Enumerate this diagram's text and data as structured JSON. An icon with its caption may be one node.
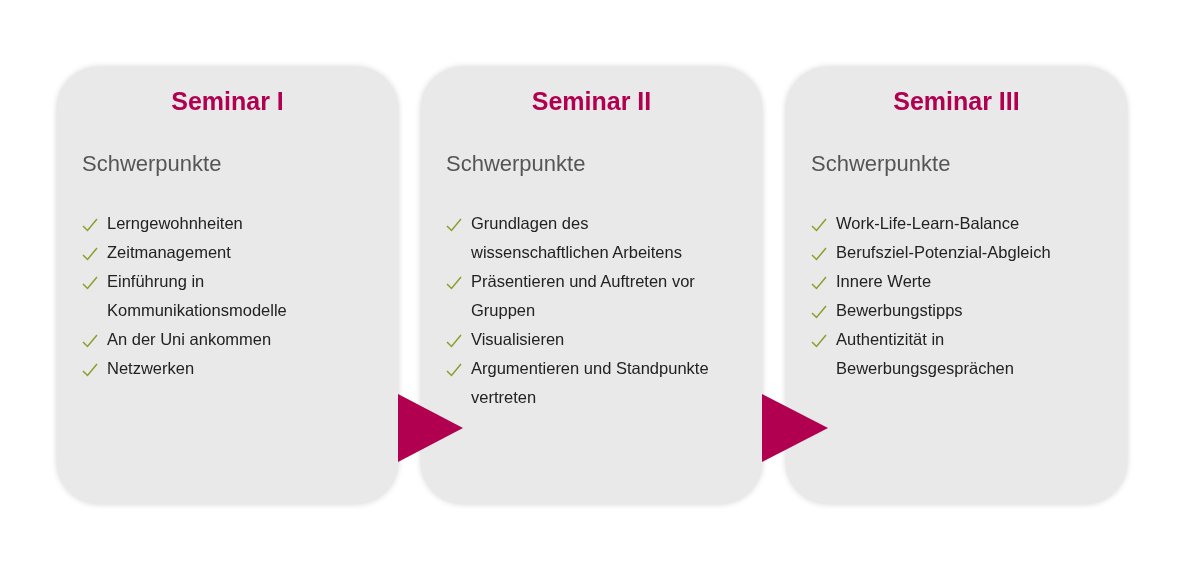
{
  "diagram": {
    "nodes": [
      {
        "text": [
          "Seminar I",
          "Schwerpunkte",
          "Lerngewohnheiten",
          "Zeitmanagement",
          "Einführung in Kommunikationsmodelle",
          "An der Uni ankommen",
          "Netzwerken"
        ]
      },
      {
        "text": [
          "Seminar II",
          "Schwerpunkte",
          "Grundlagen des wissenschaftlichen Arbeitens",
          "Präsentieren und Auftreten vor Gruppen",
          "Visualisieren",
          "Argumentieren und Standpunkte vertreten"
        ]
      },
      {
        "text": [
          "Seminar III",
          "Schwerpunkte",
          "Work-Life-Learn-Balance",
          "Berufsziel-Potenzial-Abgleich",
          "Innere Werte",
          "Bewerbungstipps",
          "Authentizität in Bewerbungsgesprächen"
        ]
      }
    ],
    "edges": [
      {
        "from": 0,
        "to": 1,
        "arrow": "to"
      },
      {
        "from": 1,
        "to": 2,
        "arrow": "to"
      }
    ]
  }
}
